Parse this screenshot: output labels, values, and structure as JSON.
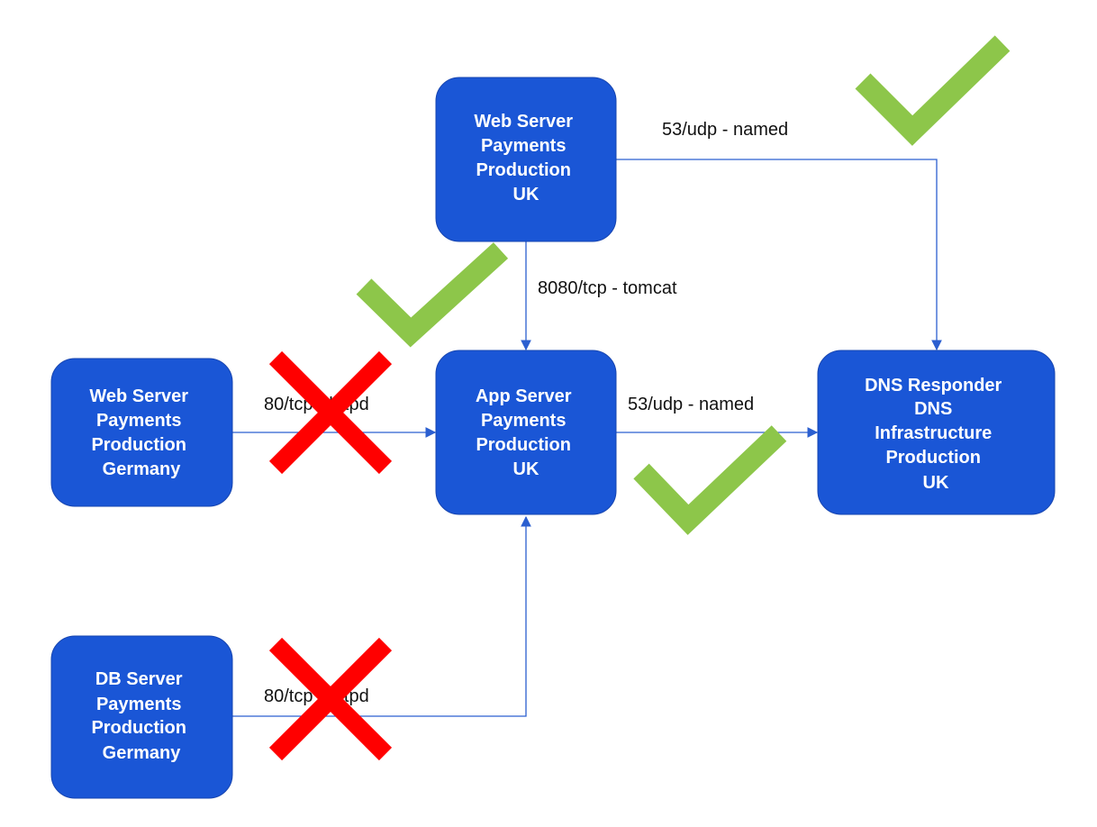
{
  "nodes": {
    "web_uk": {
      "lines": [
        "Web Server",
        "Payments",
        "Production",
        "UK"
      ]
    },
    "app_uk": {
      "lines": [
        "App Server",
        "Payments",
        "Production",
        "UK"
      ]
    },
    "web_de": {
      "lines": [
        "Web Server",
        "Payments",
        "Production",
        "Germany"
      ]
    },
    "db_de": {
      "lines": [
        "DB Server",
        "Payments",
        "Production",
        "Germany"
      ]
    },
    "dns_uk": {
      "lines": [
        "DNS Responder",
        "DNS",
        "Infrastructure",
        "Production",
        "UK"
      ]
    }
  },
  "edges": {
    "web_uk_to_dns": {
      "label": "53/udp - named",
      "status": "allowed"
    },
    "web_uk_to_app": {
      "label": "8080/tcp - tomcat",
      "status": "allowed"
    },
    "app_to_dns": {
      "label": "53/udp - named",
      "status": "allowed"
    },
    "web_de_to_app": {
      "label": "80/tcp - httpd",
      "status": "blocked"
    },
    "db_de_to_app": {
      "label": "80/tcp - httpd",
      "status": "blocked"
    }
  },
  "colors": {
    "node_fill": "#1a56d6",
    "edge": "#2b5fd0",
    "allowed": "#8dc64a",
    "blocked": "#ff0000"
  }
}
